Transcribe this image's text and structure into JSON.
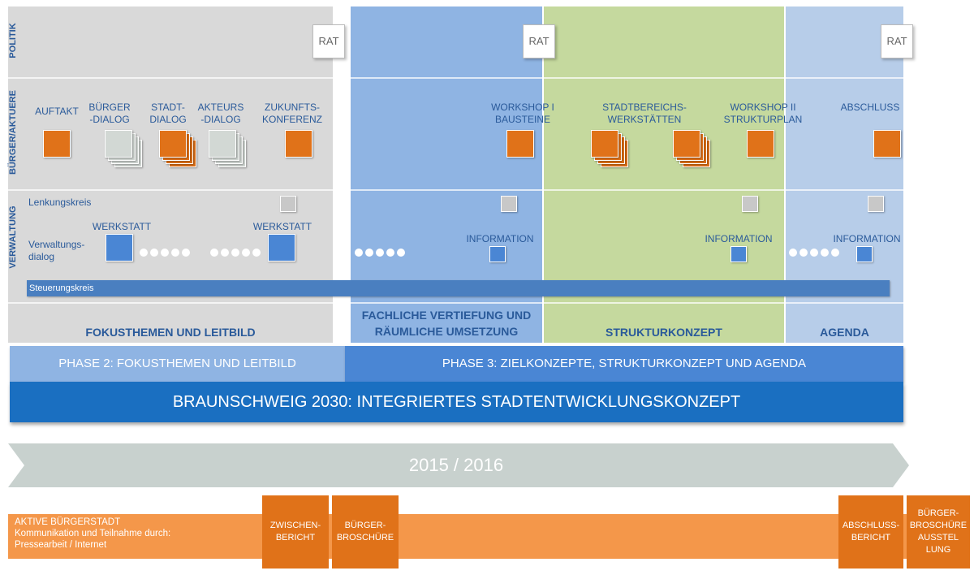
{
  "rows": {
    "politik": "POLITIK",
    "buerger": "BÜRGER/AKTUERE",
    "verwaltung": "VERWALTUNG"
  },
  "rat": [
    "RAT",
    "RAT",
    "RAT"
  ],
  "buerger_items": {
    "auftakt": "AUFTAKT",
    "buergerdialog_1": "BÜRGER",
    "buergerdialog_2": "-DIALOG",
    "stadtdialog_1": "STADT-",
    "stadtdialog_2": "DIALOG",
    "akteurs_1": "AKTEURS",
    "akteurs_2": "-DIALOG",
    "zukunft_1": "ZUKUNFTS-",
    "zukunft_2": "KONFERENZ",
    "workshop1_1": "WORKSHOP I",
    "workshop1_2": "BAUSTEINE",
    "stadtbereich_1": "STADTBEREICHS-",
    "stadtbereich_2": "WERKSTÄTTEN",
    "workshop2_1": "WORKSHOP II",
    "workshop2_2": "STRUKTURPLAN",
    "abschluss": "ABSCHLUSS"
  },
  "verwaltung": {
    "lenkungskreis": "Lenkungskreis",
    "verwaltungsdialog_1": "Verwaltungs-",
    "verwaltungsdialog_2": "dialog",
    "werkstatt_1": "WERKSTATT",
    "werkstatt_2": "WERKSTATT",
    "information_1": "INFORMATION",
    "information_2": "INFORMATION",
    "information_3": "INFORMATION",
    "steuerungskreis": "Steuerungskreis"
  },
  "phases_bottom": {
    "fokus": "FOKUSTHEMEN UND LEITBILD",
    "fachlich_1": "FACHLICHE VERTIEFUNG UND",
    "fachlich_2": "RÄUMLICHE UMSETZUNG",
    "struktur": "STRUKTURKONZEPT",
    "agenda": "AGENDA"
  },
  "phase_bar": {
    "phase2": "PHASE 2: FOKUSTHEMEN UND LEITBILD",
    "phase3": "PHASE 3: ZIELKONZEPTE, STRUKTURKONZEPT UND AGENDA"
  },
  "main_title": "BRAUNSCHWEIG 2030: INTEGRIERTES STADTENTWICKLUNGSKONZEPT",
  "timeline": "2015 / 2016",
  "bottom_bar": {
    "line1": "AKTIVE BÜRGERSTADT",
    "line2": "Kommunikation und Teilnahme durch:",
    "line3": "Pressearbeit / Internet"
  },
  "orange_boxes": {
    "zwischen_1": "ZWISCHEN-",
    "zwischen_2": "BERICHT",
    "broschuere_1": "BÜRGER-",
    "broschuere_2": "BROSCHÜRE",
    "abschlussbericht_1": "ABSCHLUSS-",
    "abschlussbericht_2": "BERICHT",
    "broschuere2_1": "BÜRGER-",
    "broschuere2_2": "BROSCHÜRE",
    "broschuere2_3": "AUSSTEL",
    "broschuere2_4": "LUNG"
  },
  "colors": {
    "grey_panel": "#d9d9d9",
    "blue_panel": "#8fb4e3",
    "green_panel": "#c5d99e",
    "lightblue_panel": "#b7cde9",
    "orange": "#e07219",
    "main_blue": "#1a6fc1"
  }
}
